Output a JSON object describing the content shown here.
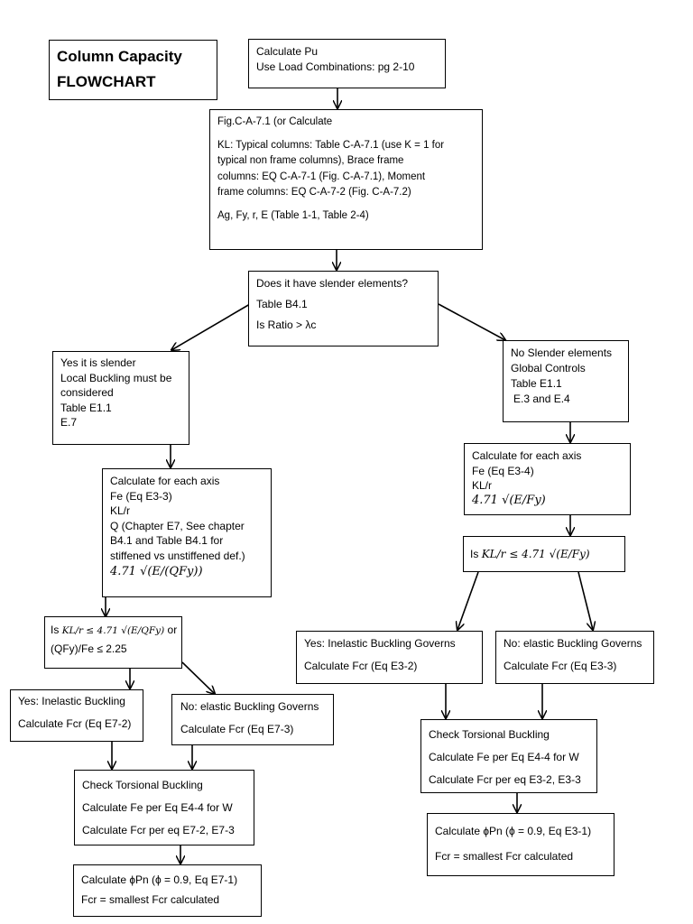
{
  "title": {
    "line1": "Column Capacity",
    "line2": "FLOWCHART"
  },
  "pu": {
    "line1": "Calculate Pu",
    "line2": "Use Load Combinations: pg 2-10"
  },
  "kl": {
    "line1": "Fig.C-A-7.1 (or Calculate",
    "line2": "KL: Typical columns: Table C-A-7.1 (use K = 1 for",
    "line3": "typical non frame columns), Brace frame",
    "line4": "columns: EQ C-A-7-1 (Fig. C-A-7.1), Moment",
    "line5": "frame columns: EQ C-A-7-2 (Fig. C-A-7.2)",
    "line6": "Ag, Fy, r, E  (Table 1-1, Table 2-4)"
  },
  "slender_q": {
    "line1": "Does it have slender elements?",
    "line2": "Table B4.1",
    "line3": "Is Ratio > λc"
  },
  "yes_slender": {
    "line1": "Yes it is slender",
    "line2": "Local Buckling must be",
    "line3": "considered",
    "line4": "Table E1.1",
    "line5": "E.7"
  },
  "no_slender": {
    "line1": "No Slender elements",
    "line2": "Global Controls",
    "line3": "Table E1.1",
    "line4": "E.3 and E.4"
  },
  "calc_left": {
    "line1": "Calculate for each axis",
    "line2": "Fe (Eq E3-3)",
    "line3": "KL/r",
    "line4": "Q (Chapter E7, See chapter",
    "line5": "B4.1 and Table B4.1 for",
    "line6": "stiffened vs unstiffened def.)",
    "line7": "4.71 √(E/(QFy))"
  },
  "calc_right": {
    "line1": "Calculate for each axis",
    "line2": "Fe (Eq E3-4)",
    "line3": "KL/r",
    "line4": "4.71 √(E/Fy)"
  },
  "ratio_left": {
    "is": "Is",
    "expr": "KL/r ≤ 4.71 √(E/QFy)",
    "or": "or",
    "line2": "(QFy)/Fe ≤ 2.25"
  },
  "ratio_right": {
    "is": "Is",
    "expr": "KL/r ≤ 4.71 √(E/Fy)"
  },
  "yes_inelastic_left": {
    "line1": "Yes: Inelastic Buckling",
    "line2": "Calculate Fcr (Eq E7-2)"
  },
  "no_elastic_left": {
    "line1": "No: elastic Buckling Governs",
    "line2": "Calculate Fcr (Eq E7-3)"
  },
  "yes_inelastic_right": {
    "line1": "Yes: Inelastic Buckling Governs",
    "line2": "Calculate Fcr (Eq E3-2)"
  },
  "no_elastic_right": {
    "line1": "No: elastic Buckling Governs",
    "line2": "Calculate Fcr (Eq E3-3)"
  },
  "torsion_left": {
    "line1": "Check Torsional Buckling",
    "line2": "Calculate Fe per Eq E4-4 for W",
    "line3": "Calculate Fcr per eq E7-2, E7-3"
  },
  "torsion_right": {
    "line1": "Check Torsional Buckling",
    "line2": "Calculate Fe per Eq E4-4 for W",
    "line3": "Calculate Fcr per eq E3-2, E3-3"
  },
  "phipn_left": {
    "line1": "Calculate ɸPn  (ϕ = 0.9, Eq E7-1)",
    "line2": "Fcr = smallest Fcr calculated"
  },
  "phipn_right": {
    "line1": "Calculate ɸPn  (ϕ = 0.9, Eq E3-1)",
    "line2": "Fcr = smallest Fcr calculated"
  }
}
